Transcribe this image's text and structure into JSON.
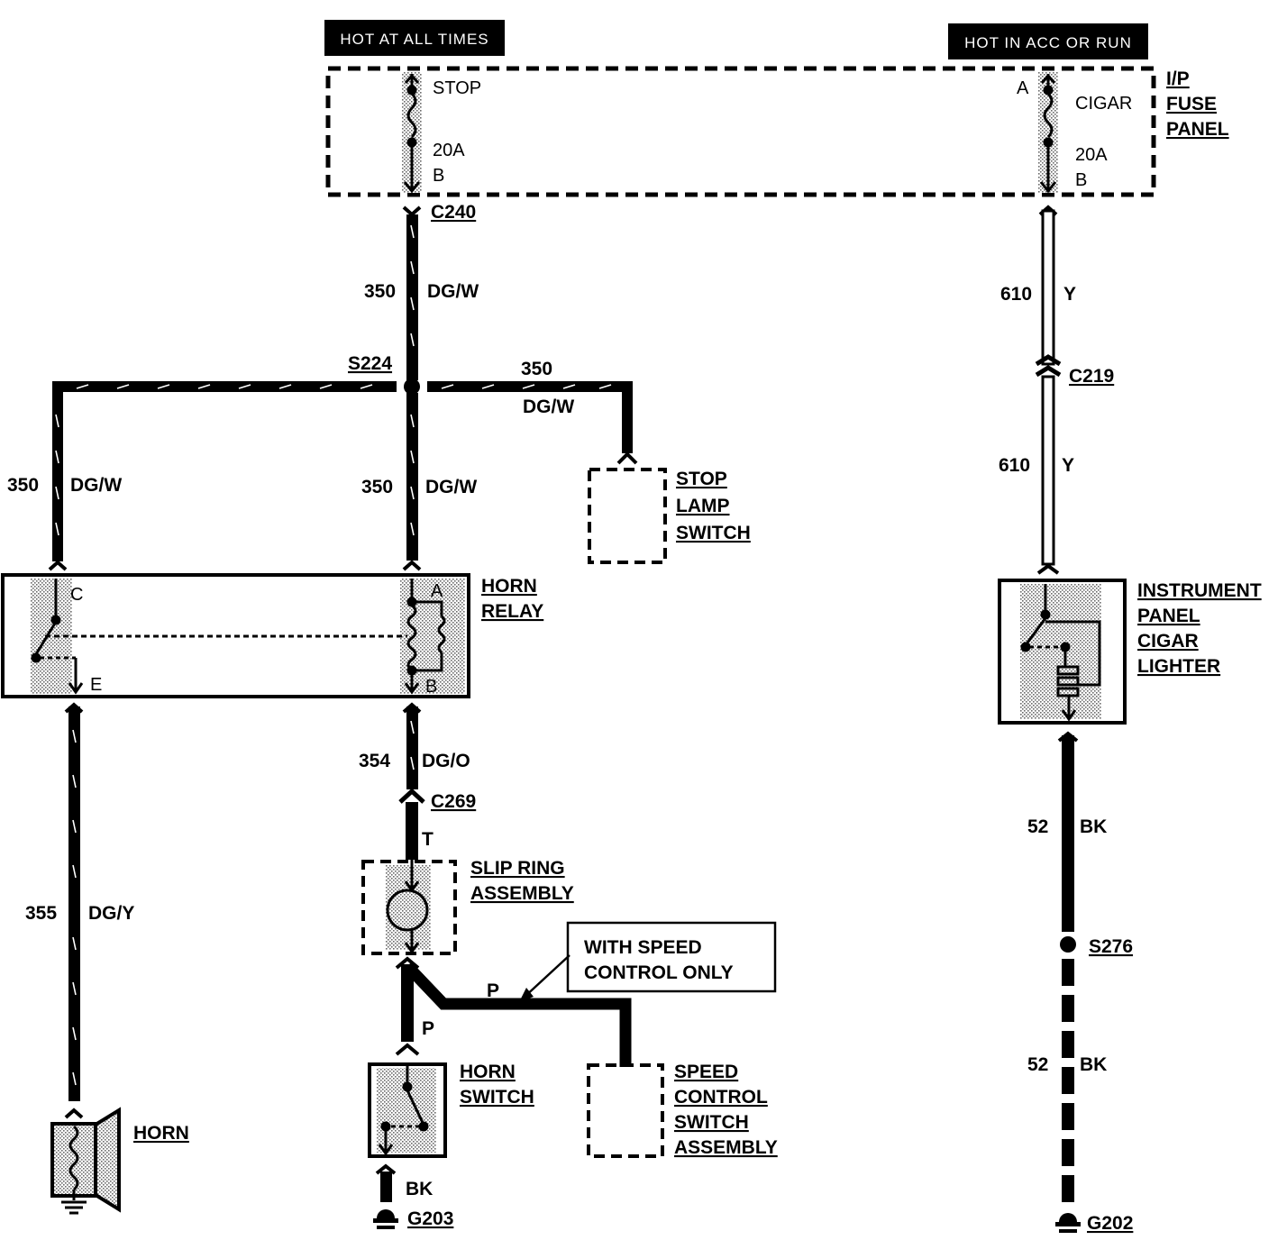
{
  "power_headers": {
    "left": "HOT AT ALL TIMES",
    "right": "HOT IN ACC OR RUN"
  },
  "fuse_panel": {
    "name_lines": [
      "I/P",
      "FUSE",
      "PANEL"
    ],
    "stop_fuse": {
      "name": "STOP",
      "rating": "20A",
      "pin_out": "B"
    },
    "cigar_fuse": {
      "pin_in": "A",
      "name": "CIGAR",
      "rating": "20A",
      "pin_out": "B"
    }
  },
  "connectors": {
    "c240": "C240",
    "c219": "C219",
    "c269": "C269"
  },
  "splices": {
    "s224": "S224",
    "s276": "S276"
  },
  "grounds": {
    "g203": "G203",
    "g202": "G202"
  },
  "wires": {
    "w350_main": {
      "circuit": "350",
      "color": "DG/W"
    },
    "w350_stop": {
      "circuit": "350",
      "color": "DG/W"
    },
    "w350_left": {
      "circuit": "350",
      "color": "DG/W"
    },
    "w350_center": {
      "circuit": "350",
      "color": "DG/W"
    },
    "w354": {
      "circuit": "354",
      "color": "DG/O"
    },
    "w355": {
      "circuit": "355",
      "color": "DG/Y"
    },
    "w610_upper": {
      "circuit": "610",
      "color": "Y"
    },
    "w610_lower": {
      "circuit": "610",
      "color": "Y"
    },
    "w52_upper": {
      "circuit": "52",
      "color": "BK"
    },
    "w52_lower": {
      "circuit": "52",
      "color": "BK"
    },
    "horn_switch_ground": {
      "color": "BK"
    }
  },
  "horn_relay": {
    "name_lines": [
      "HORN",
      "RELAY"
    ],
    "pins": {
      "c": "C",
      "a": "A",
      "e": "E",
      "b": "B"
    }
  },
  "stop_lamp_switch": {
    "name_lines": [
      "STOP",
      "LAMP",
      "SWITCH"
    ]
  },
  "slip_ring": {
    "name_lines": [
      "SLIP RING",
      "ASSEMBLY"
    ],
    "pin_in": "T",
    "pin_out": "P",
    "branch_pin": "P"
  },
  "speed_control_note": [
    "WITH SPEED",
    "CONTROL ONLY"
  ],
  "horn_switch": {
    "name_lines": [
      "HORN",
      "SWITCH"
    ]
  },
  "speed_control_switch": {
    "name_lines": [
      "SPEED",
      "CONTROL",
      "SWITCH",
      "ASSEMBLY"
    ]
  },
  "horn": {
    "name": "HORN"
  },
  "cigar_lighter": {
    "name_lines": [
      "INSTRUMENT",
      "PANEL",
      "CIGAR",
      "LIGHTER"
    ]
  }
}
